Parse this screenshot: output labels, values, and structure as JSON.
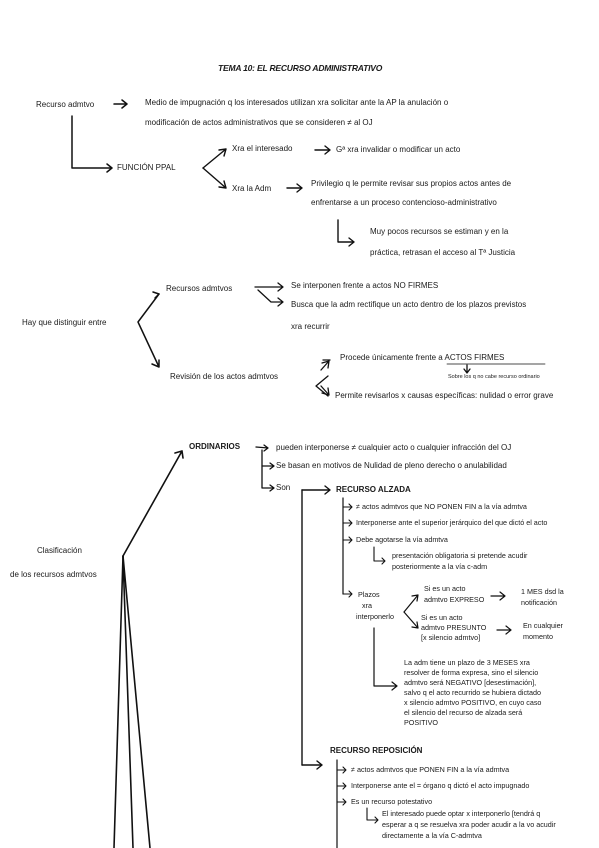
{
  "title": "TEMA 10: EL RECURSO ADMINISTRATIVO",
  "s1": {
    "recurso_admtvo": "Recurso admtvo",
    "def_line1": "Medio de impugnación q los interesados utilizan xra solicitar ante la AP la anulación o",
    "def_line2": "modificación de actos administrativos que se consideren ≠ al OJ",
    "funcion_ppal": "FUNCIÓN PPAL",
    "xra_interesado": "Xra el interesado",
    "ga_invalidar": "Gª xra invalidar o modificar un acto",
    "xra_adm": "Xra la Adm",
    "privilegio_line1": "Privilegio q le permite revisar sus propios actos antes de",
    "privilegio_line2": "enfrentarse a un proceso contencioso-administrativo",
    "pocos_line1": "Muy pocos recursos se estiman y en la",
    "pocos_line2": "práctica, retrasan el acceso al Tª Justicia"
  },
  "s2": {
    "hay_que": "Hay que distinguir entre",
    "recursos_admtvos": "Recursos admtvos",
    "interponen": "Se interponen frente a actos NO FIRMES",
    "busca_line1": "Busca que la adm rectifique un acto dentro de los plazos previstos",
    "busca_line2": "xra recurrir",
    "revision": "Revisión de los actos admtvos",
    "procede": "Procede únicamente frente a",
    "actos_firmes": "ACTOS FIRMES",
    "sobre": "Sobre los q no cabe recurso ordinario",
    "permite": "Permite revisarlos x causas específicas: nulidad o error grave"
  },
  "s3": {
    "clasif_line1": "Clasificación",
    "clasif_line2": "de los recursos admtvos",
    "ordinarios": "ORDINARIOS",
    "ord1": "pueden interponerse ≠ cualquier acto o cualquier infracción del OJ",
    "ord2": "Se basan en motivos de Nulidad de pleno derecho o anulabilidad",
    "son": "Son",
    "alzada": "RECURSO ALZADA",
    "alz1": "≠ actos admtvos que NO PONEN FIN a la vía admtva",
    "alz2": "Interponerse ante el superior jerárquico del que dictó el acto",
    "alz3": "Debe agotarse la vía admtva",
    "alz3a_line1": "presentación obligatoria si pretende acudir",
    "alz3a_line2": "posteriormente a la vía c-adm",
    "plazos_line1": "Plazos",
    "plazos_line2": "xra",
    "plazos_line3": "interponerlo",
    "expreso_line1": "Si es un acto",
    "expreso_line2": "admtvo EXPRESO",
    "mes_line1": "1 MES dsd la",
    "mes_line2": "notificación",
    "presunto_line1": "Si es un acto",
    "presunto_line2": "admtvo PRESUNTO",
    "presunto_line3": "[x silencio admtvo]",
    "cualquier_line1": "En cualquier",
    "cualquier_line2": "momento",
    "meses_lines": [
      "La adm tiene un plazo de 3 MESES xra",
      "resolver de forma expresa, sino el silencio",
      "admtvo será NEGATIVO [desestimación],",
      "salvo q el acto recurrido se hubiera dictado",
      "x silencio admtvo POSITIVO, en cuyo caso",
      "el silencio del recurso de alzada será",
      "POSITIVO"
    ],
    "reposicion": "RECURSO REPOSICIÓN",
    "rep1": "≠ actos admtvos que PONEN FIN a la vía admtva",
    "rep2": "Interponerse ante el = órgano q dictó el acto impugnado",
    "rep3": "Es un recurso potestativo",
    "rep3a_lines": [
      "El interesado puede optar x interponerlo [tendrá q",
      "esperar a q se resuelva xra poder acudir a la vo acudir",
      "directamente a la vía C-admtva"
    ]
  }
}
